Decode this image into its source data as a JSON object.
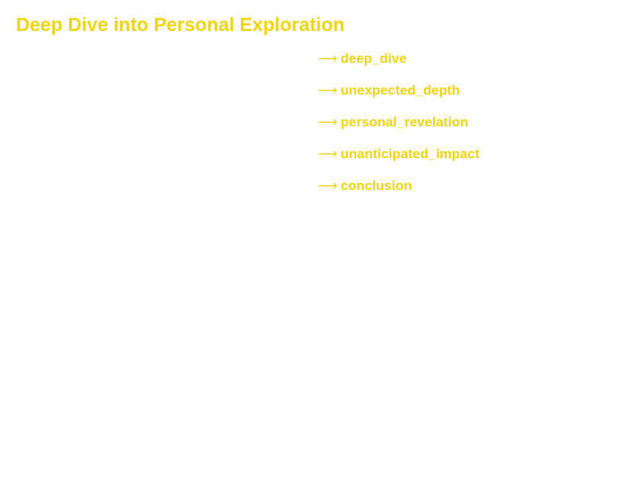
{
  "title": "Deep Dive into Personal Exploration",
  "accent_color": "#f2d40f",
  "arrow_glyph": "⟶",
  "steps": [
    {
      "label": "deep_dive"
    },
    {
      "label": "unexpected_depth"
    },
    {
      "label": "personal_revelation"
    },
    {
      "label": "unanticipated_impact"
    },
    {
      "label": "conclusion"
    }
  ]
}
